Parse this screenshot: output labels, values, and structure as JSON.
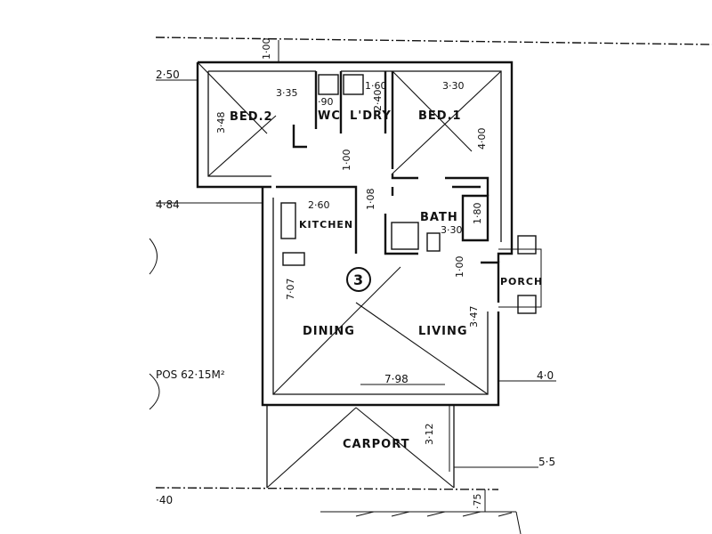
{
  "rooms": {
    "bed2": "BED.2",
    "wc": "WC",
    "ldry": "L'DRY",
    "bed1": "BED.1",
    "kitchen": "KITCHEN",
    "bath": "BATH",
    "porch": "PORCH",
    "dining": "DINING",
    "living": "LIVING",
    "carport": "CARPORT"
  },
  "lot_number": "3",
  "pos_area": "POS 62·15M²",
  "dimensions": {
    "boundary_top": "1·00",
    "left_250": "2·50",
    "left_484": "4·84",
    "left_40": "·40",
    "right_40": "4·0",
    "right_55": "5·5",
    "bottom_75": "·75",
    "bed2_width": "3·35",
    "bed2_depth": "3·48",
    "wc_90": "·90",
    "ldry_160": "1·60",
    "ldry_240": "2·40",
    "bed1_width": "3·30",
    "bed1_depth": "4·00",
    "hall_100": "1·00",
    "kitchen_260": "2·60",
    "hall_108": "1·08",
    "bath_width": "3·30",
    "bath_180": "1·80",
    "porch_100": "1·00",
    "living_347": "3·47",
    "dining_707": "7·07",
    "overall_798": "7·98",
    "carport_312": "3·12"
  }
}
